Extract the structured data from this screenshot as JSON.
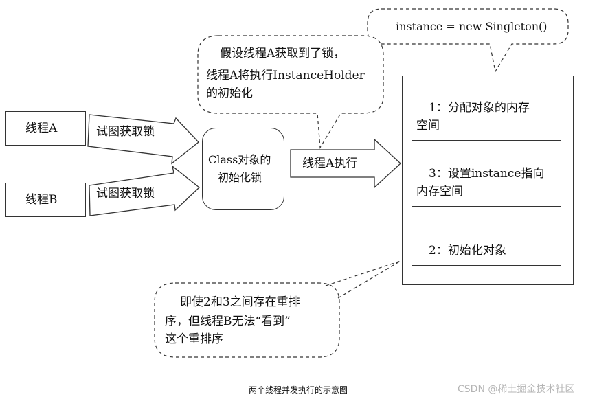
{
  "threads": {
    "a_label": "线程A",
    "b_label": "线程B"
  },
  "arrows": {
    "a_to_lock": "试图获取锁",
    "b_to_lock": "试图获取锁",
    "lock_to_steps": "线程A执行"
  },
  "lock_box": {
    "line1": "Class对象的",
    "line2": "初始化锁"
  },
  "callouts": {
    "top_code": "instance = new Singleton()",
    "thread_a_note": [
      "假设线程A获取到了锁，",
      "线程A将执行InstanceHolder",
      "的初始化"
    ],
    "bottom_note": [
      "即使2和3之间存在重排",
      "序，但线程B无法“看到”",
      "这个重排序"
    ]
  },
  "steps": {
    "s1": [
      "1：分配对象的内存",
      "空间"
    ],
    "s2": [
      "3：设置instance指向",
      "内存空间"
    ],
    "s3": [
      "2：初始化对象"
    ]
  },
  "caption": "两个线程并发执行的示意图",
  "watermark": "CSDN @稀土掘金技术社区"
}
